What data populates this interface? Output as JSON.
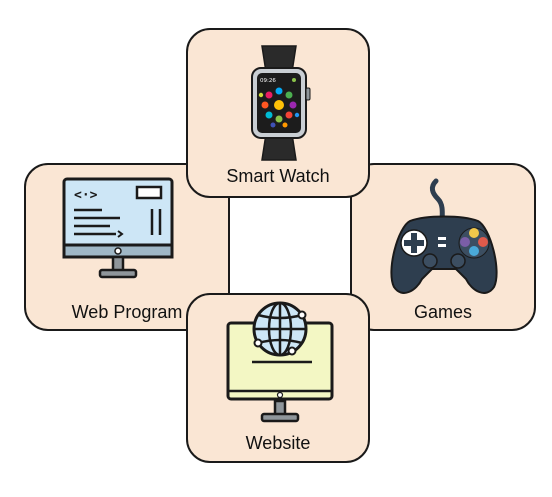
{
  "tiles": {
    "top": {
      "label": "Smart Watch",
      "icon": "smartwatch-icon"
    },
    "left": {
      "label": "Web Program",
      "icon": "code-monitor-icon"
    },
    "right": {
      "label": "Games",
      "icon": "gamepad-icon"
    },
    "bottom": {
      "label": "Website",
      "icon": "globe-monitor-icon"
    }
  },
  "watch_time": "09:26",
  "colors": {
    "tile_fill": "#fae6d4",
    "tile_border": "#1a1a1a",
    "monitor_blue": "#cde6f6",
    "monitor_yellow": "#f3f7c4",
    "gamepad": "#2e3e4f"
  }
}
